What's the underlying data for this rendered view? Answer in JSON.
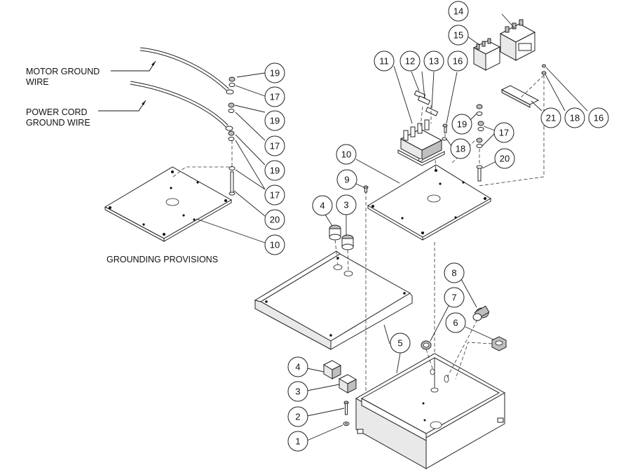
{
  "labels": {
    "motor_ground_wire": [
      "MOTOR GROUND",
      "WIRE"
    ],
    "power_cord_ground_wire": [
      "POWER CORD",
      "GROUND WIRE"
    ],
    "grounding_provisions": "GROUNDING PROVISIONS"
  },
  "callouts": [
    {
      "id": "c19a",
      "num": "19"
    },
    {
      "id": "c17a",
      "num": "17"
    },
    {
      "id": "c19b",
      "num": "19"
    },
    {
      "id": "c17b",
      "num": "17"
    },
    {
      "id": "c19c",
      "num": "19"
    },
    {
      "id": "c17c",
      "num": "17"
    },
    {
      "id": "c20a",
      "num": "20"
    },
    {
      "id": "c10a",
      "num": "10"
    },
    {
      "id": "c14",
      "num": "14"
    },
    {
      "id": "c15",
      "num": "15"
    },
    {
      "id": "c11",
      "num": "11"
    },
    {
      "id": "c12",
      "num": "12"
    },
    {
      "id": "c13",
      "num": "13"
    },
    {
      "id": "c16a",
      "num": "16"
    },
    {
      "id": "c21",
      "num": "21"
    },
    {
      "id": "c18a",
      "num": "18"
    },
    {
      "id": "c16b",
      "num": "16"
    },
    {
      "id": "c19d",
      "num": "19"
    },
    {
      "id": "c17d",
      "num": "17"
    },
    {
      "id": "c18b",
      "num": "18"
    },
    {
      "id": "c10b",
      "num": "10"
    },
    {
      "id": "c20b",
      "num": "20"
    },
    {
      "id": "c9",
      "num": "9"
    },
    {
      "id": "c4a",
      "num": "4"
    },
    {
      "id": "c3a",
      "num": "3"
    },
    {
      "id": "c8",
      "num": "8"
    },
    {
      "id": "c7",
      "num": "7"
    },
    {
      "id": "c6",
      "num": "6"
    },
    {
      "id": "c5",
      "num": "5"
    },
    {
      "id": "c4b",
      "num": "4"
    },
    {
      "id": "c3b",
      "num": "3"
    },
    {
      "id": "c2",
      "num": "2"
    },
    {
      "id": "c1",
      "num": "1"
    }
  ]
}
